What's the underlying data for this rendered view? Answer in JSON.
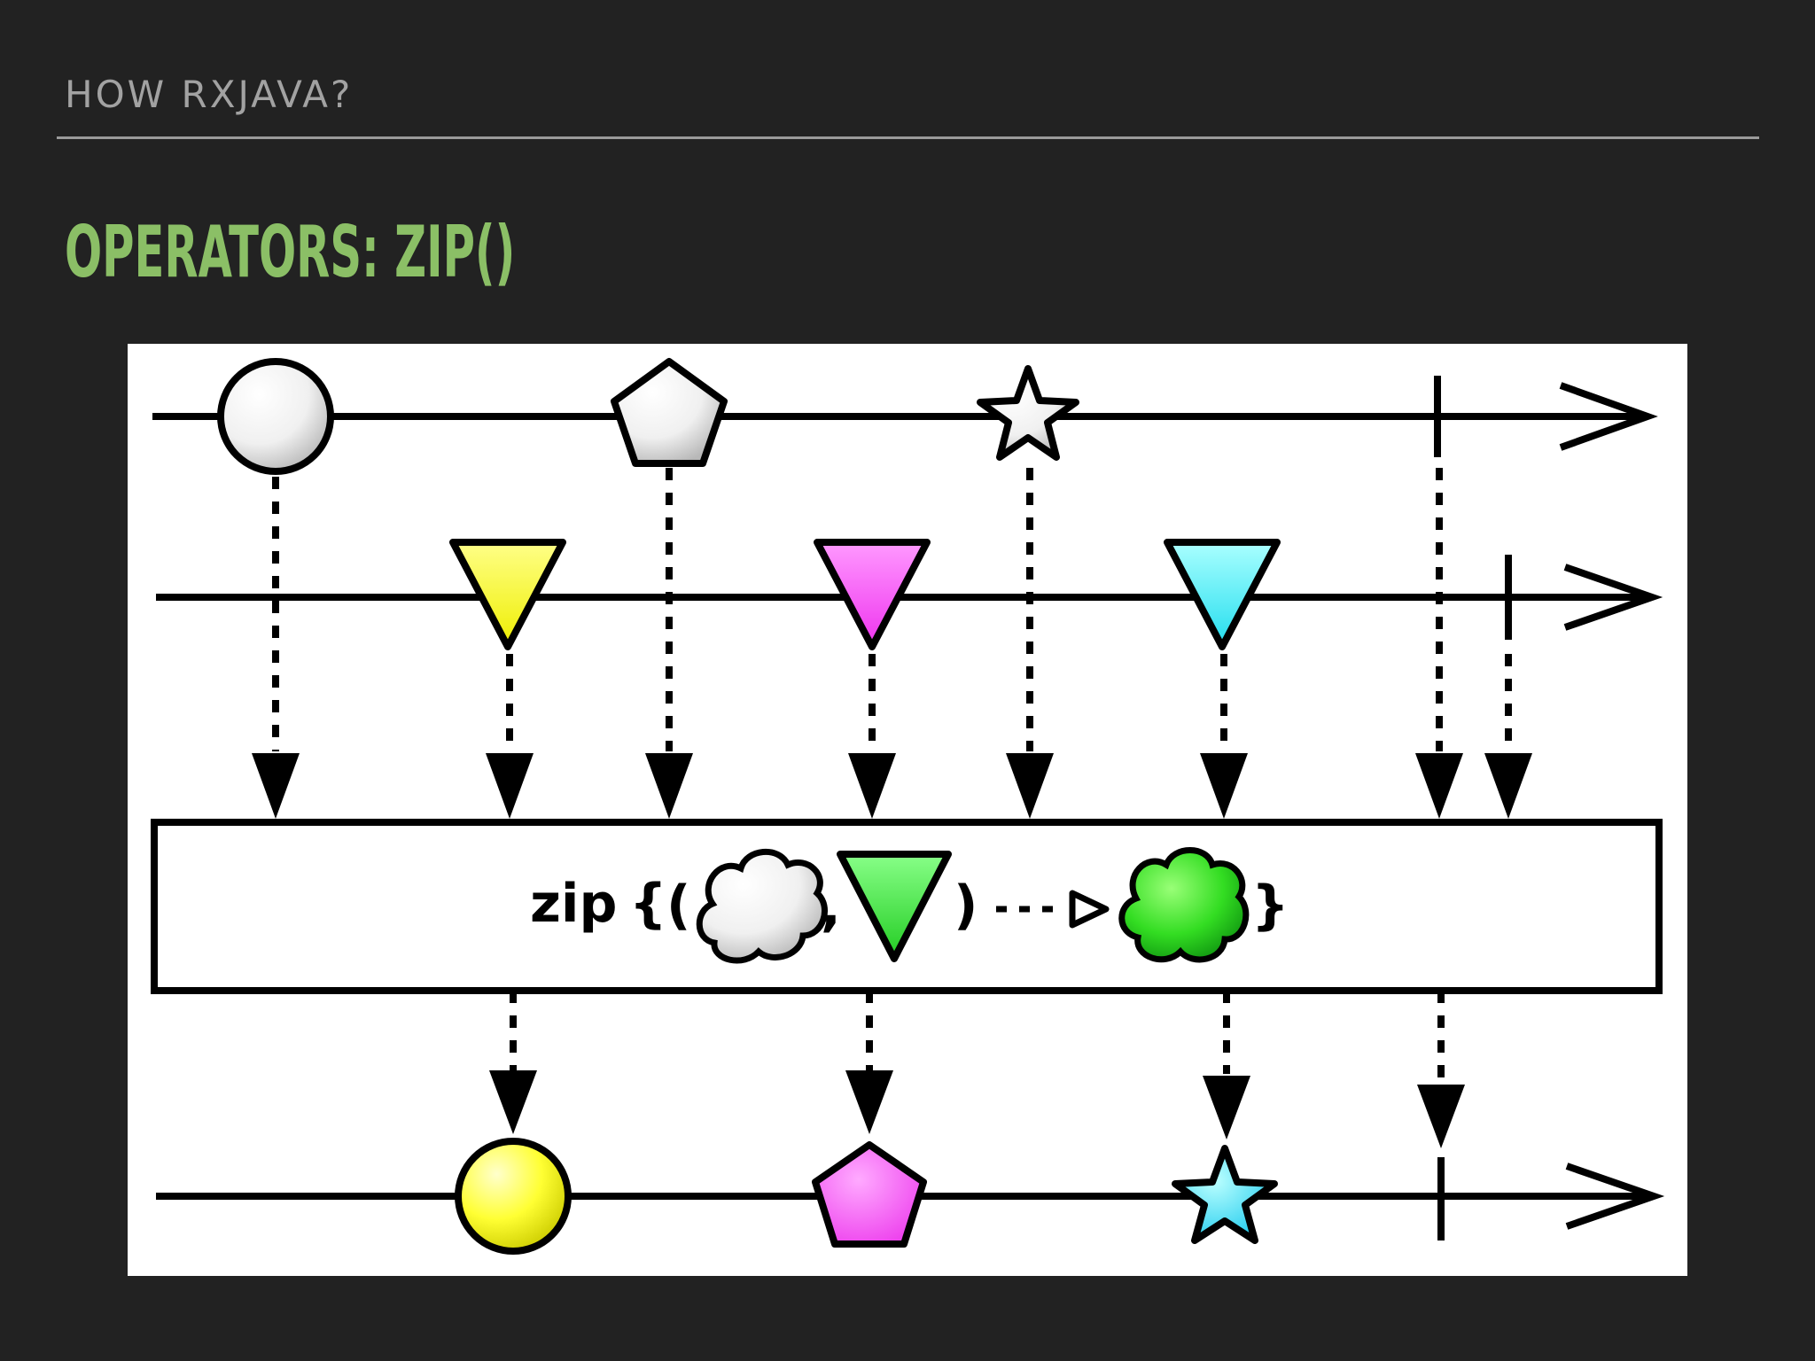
{
  "slide": {
    "section": "HOW RXJAVA?",
    "title": "OPERATORS: ZIP()"
  },
  "diagram": {
    "operator_text": "zip",
    "source_a": [
      "white-circle",
      "white-pentagon",
      "white-star",
      "completion-bar"
    ],
    "source_b": [
      "yellow-triangle",
      "magenta-triangle",
      "cyan-triangle",
      "completion-bar"
    ],
    "output": [
      "yellow-circle",
      "magenta-pentagon",
      "cyan-star",
      "completion-bar"
    ],
    "colors": {
      "background": "#222222",
      "title": "#8bbf66",
      "section": "#a2a2a2",
      "yellow": "#ffff33",
      "magenta": "#ff55ff",
      "cyan": "#44eeff",
      "green": "#33dd33",
      "white": "#ffffff"
    }
  }
}
